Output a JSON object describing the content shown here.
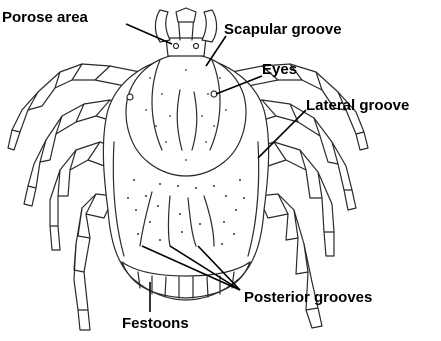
{
  "labels": {
    "porose_area": "Porose area",
    "scapular_groove": "Scapular groove",
    "eyes": "Eyes",
    "lateral_groove": "Lateral groove",
    "posterior_grooves": "Posterior grooves",
    "festoons": "Festoons"
  },
  "colors": {
    "outline": "#2a2a2a",
    "label": "#000000",
    "background": "#ffffff"
  }
}
